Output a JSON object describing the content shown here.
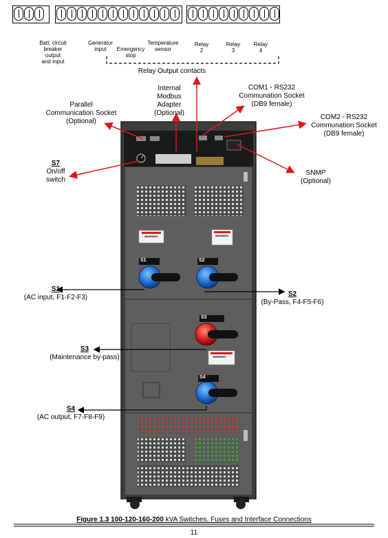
{
  "terminal_labels": {
    "batt": [
      "Batt. circuit",
      "breaker",
      "output",
      "and input"
    ],
    "generator": [
      "Generator",
      "input"
    ],
    "emergency": [
      "Emergency",
      "stop"
    ],
    "temperature": [
      "Temperature",
      "sensor"
    ],
    "relay2": [
      "Relay",
      "2"
    ],
    "relay3": [
      "Relay",
      "3"
    ],
    "relay4": [
      "Relay",
      "4"
    ]
  },
  "relay_output": "Relay Output contacts",
  "callouts": {
    "internal_modbus": [
      "Internal",
      "Modbus",
      "Adapter",
      "(Optional)"
    ],
    "parallel": [
      "Parallel",
      "Communication Socket",
      "(Optional)"
    ],
    "com1": [
      "COM1 - RS232",
      "Communation Socket",
      "(DB9 female)"
    ],
    "com2": [
      "COM2 - RS232",
      "Communation Socket",
      "(DB9 female)"
    ],
    "snmp": [
      "SNMP",
      "(Optional)"
    ],
    "s7": {
      "title": "S7",
      "lines": [
        "On/off",
        "switch"
      ]
    },
    "s1": {
      "title": "S1",
      "desc": "(AC input, F1-F2-F3)"
    },
    "s2": {
      "title": "S2",
      "desc": "(By-Pass, F4-F5-F6)"
    },
    "s3": {
      "title": "S3",
      "desc": "(Maintenance by-pass)"
    },
    "s4": {
      "title": "S4",
      "desc": "(AC output, F7-F8-F9)"
    }
  },
  "switch_tags": {
    "s1": "S1",
    "s2": "S2",
    "s3": "S3",
    "s4": "S4"
  },
  "warning_text": "WARNING",
  "caption": {
    "prefix": "Figure  1.3   100-120-160-200",
    "suffix": " kVA Switches, Fuses and Interface Connections"
  },
  "page_number": "11",
  "colors": {
    "arrow": "#e0161b",
    "cabinet": "#3a3a3a",
    "panel": "#5a5a5a",
    "blue_knob": "#1f6fd6",
    "red_knob": "#d81d1d"
  }
}
